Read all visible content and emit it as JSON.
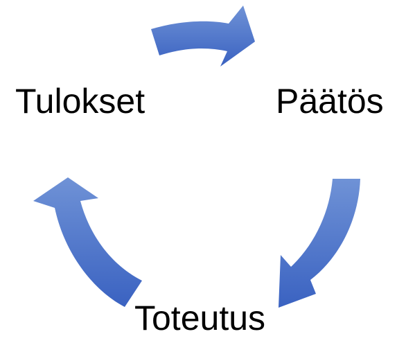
{
  "cycle": {
    "nodes": [
      {
        "id": "tulokset",
        "label": "Tulokset"
      },
      {
        "id": "paatos",
        "label": "Päätös"
      },
      {
        "id": "toteutus",
        "label": "Toteutus"
      }
    ],
    "edges": [
      {
        "from": "tulokset",
        "to": "paatos"
      },
      {
        "from": "paatos",
        "to": "toteutus"
      },
      {
        "from": "toteutus",
        "to": "tulokset"
      }
    ],
    "arrow_colors": {
      "light": "#6f92d6",
      "dark": "#3a62c1"
    }
  }
}
